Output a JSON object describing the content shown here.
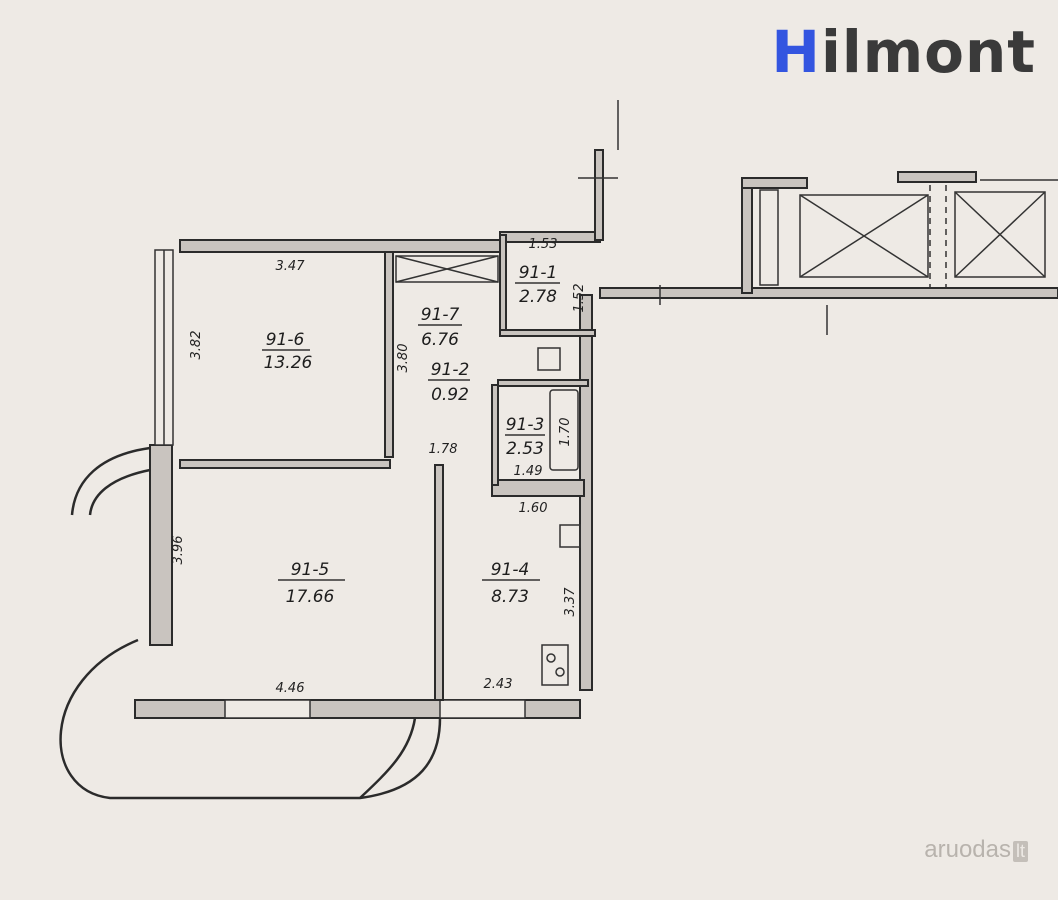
{
  "brand": {
    "first_letter": "H",
    "rest": "ilmont"
  },
  "watermark": {
    "text": "aruodas",
    "badge": "lt"
  },
  "rooms": [
    {
      "id": "91-6",
      "area": "13.26"
    },
    {
      "id": "91-7",
      "area": "6.76"
    },
    {
      "id": "91-1",
      "area": "2.78"
    },
    {
      "id": "91-2",
      "area": "0.92"
    },
    {
      "id": "91-3",
      "area": "2.53"
    },
    {
      "id": "91-5",
      "area": "17.66"
    },
    {
      "id": "91-4",
      "area": "8.73"
    }
  ],
  "dimensions": [
    "3.47",
    "3.82",
    "1.53",
    "1.52",
    "3.80",
    "1.70",
    "1.78",
    "1.49",
    "1.60",
    "3.96",
    "3.37",
    "4.46",
    "2.43"
  ]
}
